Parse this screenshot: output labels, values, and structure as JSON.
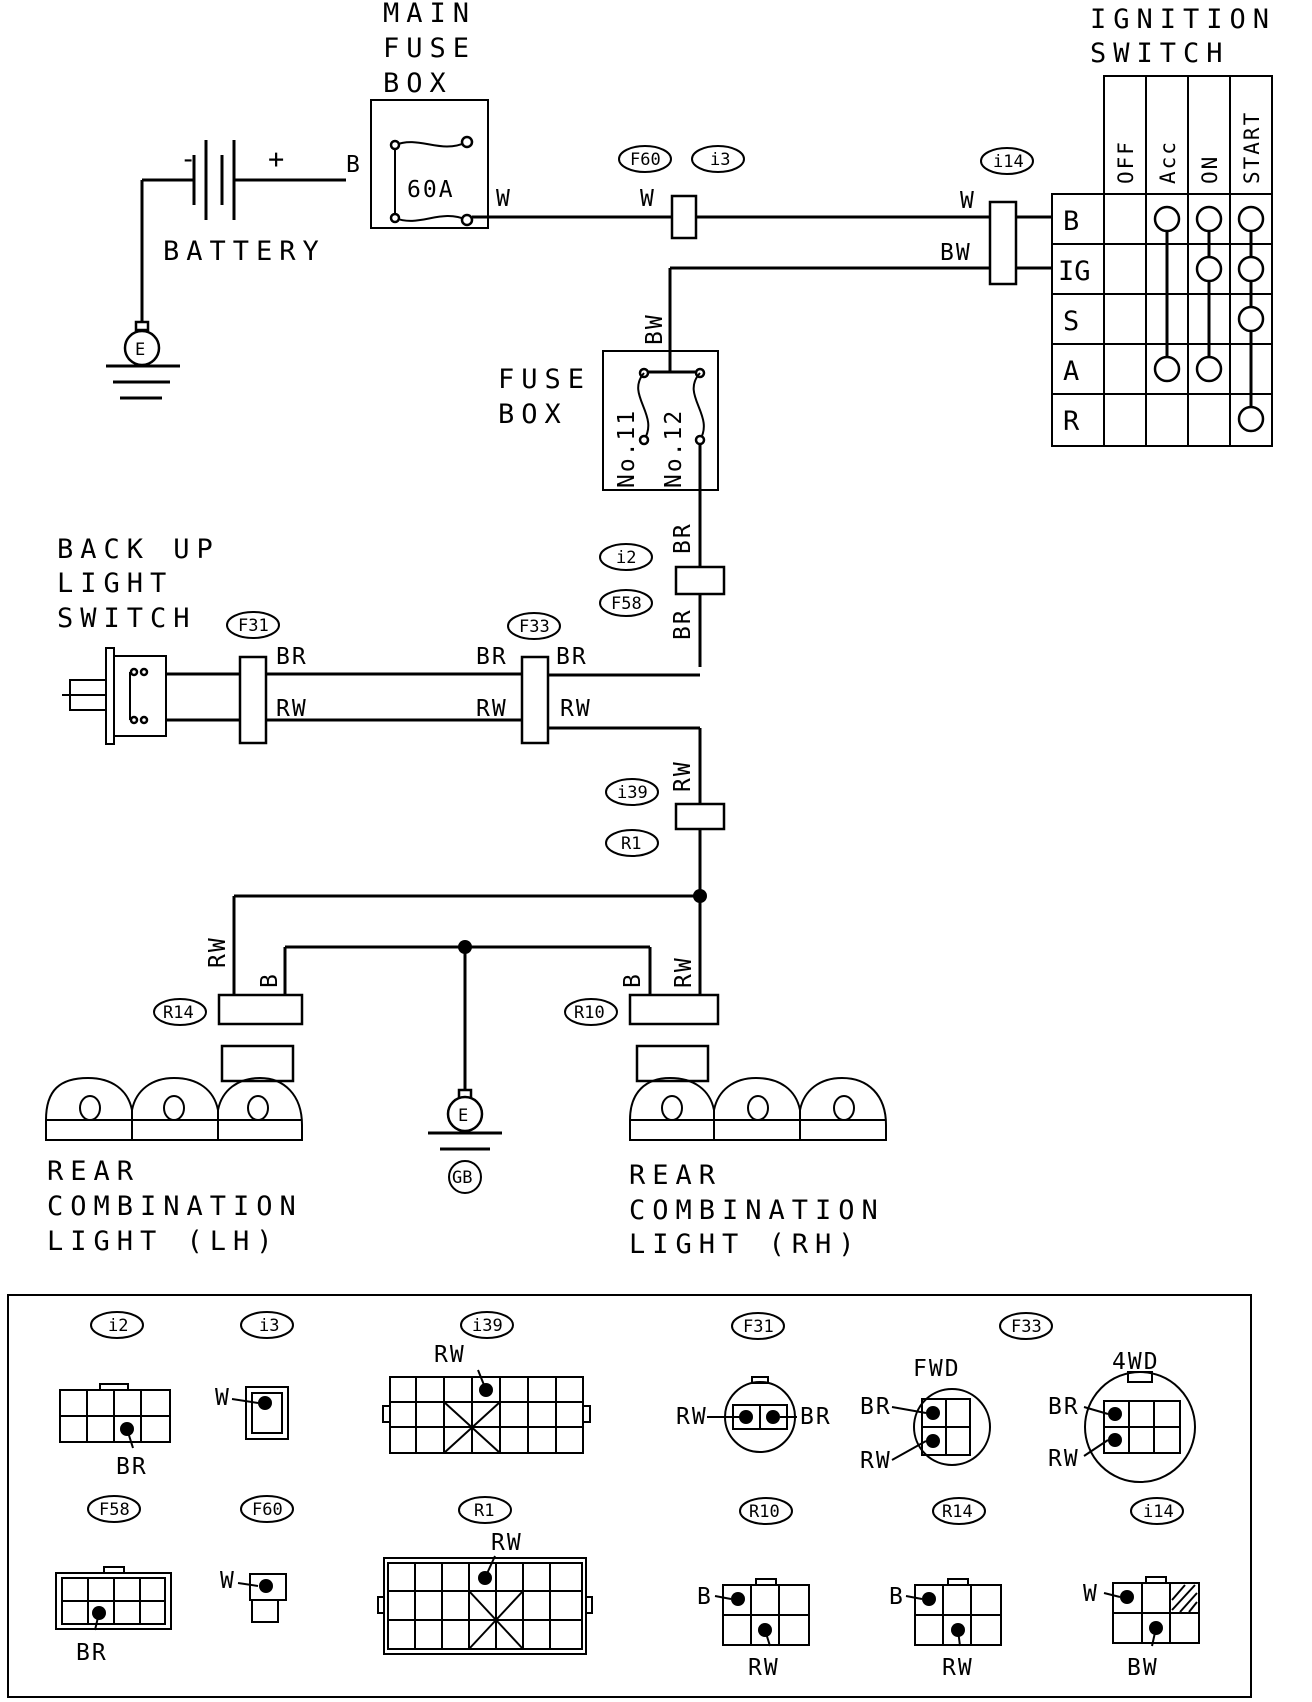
{
  "components": {
    "main_fuse_box": [
      "MAIN",
      "FUSE",
      "BOX"
    ],
    "main_fuse_rating": "60A",
    "battery": "BATTERY",
    "battery_minus": "-",
    "battery_plus": "+",
    "ignition_switch": [
      "IGNITION",
      "SWITCH"
    ],
    "fuse_box": [
      "FUSE",
      "BOX"
    ],
    "fuse_11": "No.11",
    "fuse_12": "No.12",
    "backup_switch": [
      "BACK UP",
      "LIGHT",
      "SWITCH"
    ],
    "rear_lh": [
      "REAR",
      "COMBINATION",
      "LIGHT (LH)"
    ],
    "rear_rh": [
      "REAR",
      "COMBINATION",
      "LIGHT (RH)"
    ],
    "ground": "E",
    "ground_code": "GB"
  },
  "ignition_table": {
    "positions": [
      "OFF",
      "Acc",
      "ON",
      "START"
    ],
    "terminals": [
      "B",
      "IG",
      "S",
      "A",
      "R"
    ]
  },
  "wire_colors": {
    "black": "B",
    "white": "W",
    "black_white": "BW",
    "black_red": "BR",
    "red_white": "RW"
  },
  "connectors": {
    "f60": "F60",
    "i3": "i3",
    "i14": "i14",
    "i2": "i2",
    "f58": "F58",
    "f31": "F31",
    "f33": "F33",
    "i39": "i39",
    "r1": "R1",
    "r14": "R14",
    "r10": "R10"
  },
  "legend": {
    "fwd": "FWD",
    "awd": "4WD"
  }
}
